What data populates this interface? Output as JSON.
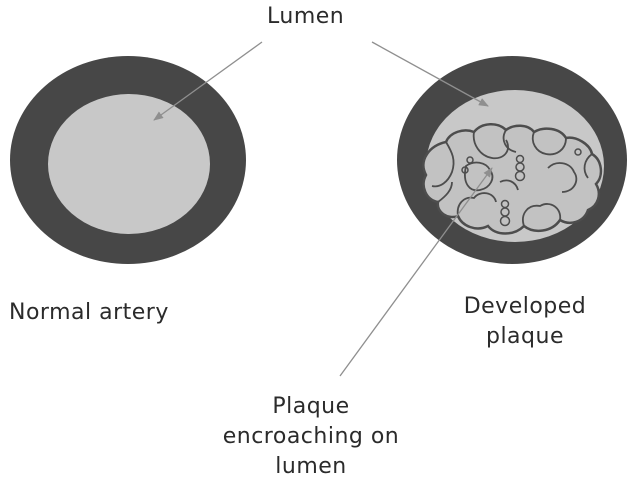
{
  "labels": {
    "lumen": "Lumen",
    "normal_artery": "Normal artery",
    "developed_plaque": [
      "Developed",
      "plaque"
    ],
    "plaque_encroaching": [
      "Plaque",
      "encroaching on",
      "lumen"
    ]
  },
  "colors": {
    "artery_wall": "#474747",
    "lumen_fill": "#c8c8c8",
    "plaque_fill": "#c2c2c2",
    "plaque_outline": "#4d4d4d",
    "pointer_line": "#8f8f8f",
    "text": "#2b2b2b"
  }
}
